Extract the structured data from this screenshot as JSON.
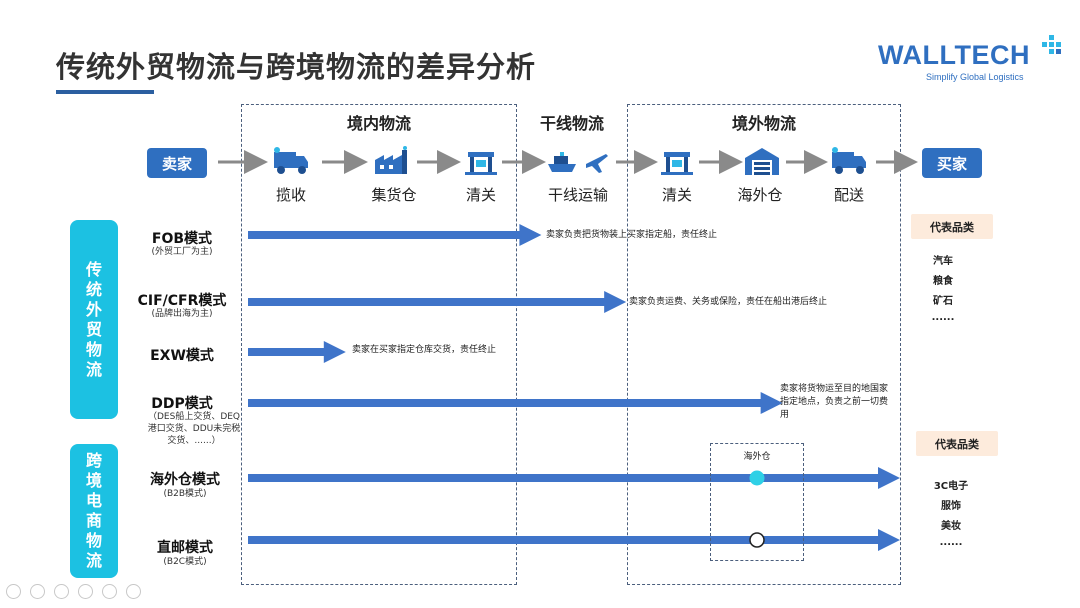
{
  "slide": {
    "title": "传统外贸物流与跨境物流的差异分析"
  },
  "logo": {
    "word": "WALLTECH",
    "tagline": "Simplify Global Logistics",
    "brand_color": "#2f6fc0",
    "accent_color": "#2fb7e6"
  },
  "zones": {
    "domestic": "境内物流",
    "trunk": "干线物流",
    "overseas": "境外物流"
  },
  "flow": {
    "seller": "卖家",
    "buyer": "买家",
    "steps": [
      {
        "label": "揽收",
        "icon": "truck-icon"
      },
      {
        "label": "集货仓",
        "icon": "factory-icon"
      },
      {
        "label": "清关",
        "icon": "crane-icon"
      },
      {
        "label": "干线运输",
        "icon": "ship-plane-icon"
      },
      {
        "label": "清关",
        "icon": "crane-icon"
      },
      {
        "label": "海外仓",
        "icon": "warehouse-icon"
      },
      {
        "label": "配送",
        "icon": "truck-icon"
      }
    ]
  },
  "groups": {
    "traditional": "传统外贸物流",
    "crossborder": "跨境电商物流"
  },
  "modes": [
    {
      "name": "FOB模式",
      "sub": "(外贸工厂为主)",
      "note": "卖家负责把货物装上买家指定船，责任终止",
      "extent_fraction": 0.45
    },
    {
      "name": "CIF/CFR模式",
      "sub": "(品牌出海为主)",
      "note": "卖家负责运费、关务或保险，责任在船出港后终止",
      "extent_fraction": 0.58
    },
    {
      "name": "EXW模式",
      "sub": "",
      "note": "卖家在买家指定仓库交货，责任终止",
      "extent_fraction": 0.15
    },
    {
      "name": "DDP模式",
      "sub": "（DES船上交货、DEQ港口交货、DDU未完税交货、......）",
      "note": "卖家将货物运至目的地国家指定地点，负责之前一切费用",
      "extent_fraction": 0.82
    },
    {
      "name": "海外仓模式",
      "sub": "(B2B模式)",
      "note": "",
      "extent_fraction": 1.0
    },
    {
      "name": "直邮模式",
      "sub": "(B2C模式)",
      "note": "",
      "extent_fraction": 1.0
    }
  ],
  "overseas_warehouse_box": {
    "label": "海外仓",
    "markers": [
      {
        "mode": "海外仓模式",
        "style": "filled",
        "color": "#2fd0e6"
      },
      {
        "mode": "直邮模式",
        "style": "hollow",
        "color": "#ffffff"
      }
    ]
  },
  "categories": [
    {
      "header": "代表品类",
      "items": [
        "汽车",
        "粮食",
        "矿石",
        "......"
      ]
    },
    {
      "header": "代表品类",
      "items": [
        "3C电子",
        "服饰",
        "美妆",
        "......"
      ]
    }
  ],
  "colors": {
    "arrow": "#3f74c9",
    "flow_arrow": "#8a8a8a",
    "party_box": "#2f6fc0",
    "group_box": "#1cc1e2",
    "category_header": "#fdebdc",
    "zone_border": "#4b5f7d"
  }
}
